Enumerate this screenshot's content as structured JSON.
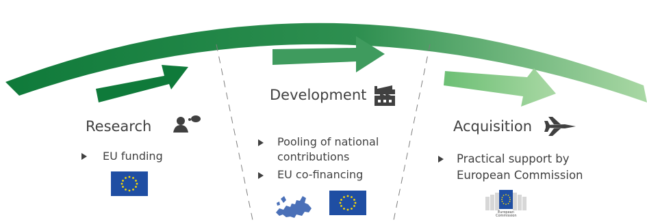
{
  "colors": {
    "arrow_dark": "#0f7a3a",
    "arrow_mid": "#3f9b5e",
    "arrow_light": "#a9d8a4",
    "text": "#404040",
    "eu_blue": "#1f4ea3",
    "eu_star": "#ffdd00"
  },
  "stages": [
    {
      "title": "Research",
      "icon": "person-thinking-icon",
      "bullets": [
        "EU funding"
      ],
      "logos": [
        "eu-flag"
      ]
    },
    {
      "title": "Development",
      "icon": "factory-icon",
      "bullets": [
        "Pooling of national\ncontributions",
        "EU co-financing"
      ],
      "logos": [
        "europe-map",
        "eu-flag"
      ]
    },
    {
      "title": "Acquisition",
      "icon": "fighter-jet-icon",
      "bullets": [
        "Practical support by\nEuropean Commission"
      ],
      "logos": [
        "european-commission-logo"
      ]
    }
  ],
  "commission_logo_text": "European Commission"
}
